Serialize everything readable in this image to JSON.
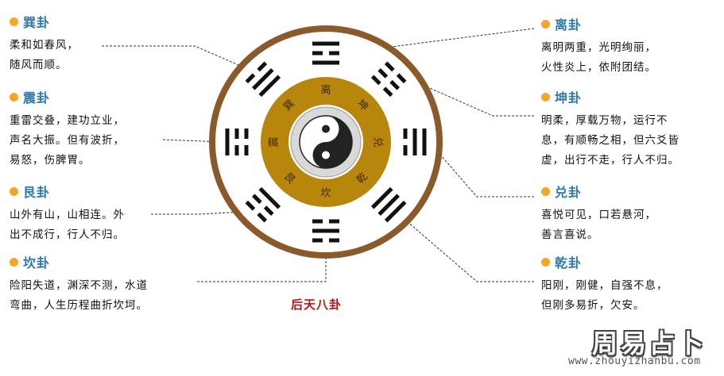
{
  "colors": {
    "dot": "#f5a623",
    "title": "#2f7aa6",
    "outer_ring": "#8b5a2b",
    "inner_ring": "#b8860b",
    "center_disk": "#d9d9d9",
    "caption": "#b01818"
  },
  "left_entries": [
    {
      "title": "巽卦",
      "lines": [
        "柔和如春风，",
        "随风而顺。"
      ]
    },
    {
      "title": "震卦",
      "lines": [
        "重雷交叠，建功立业，",
        "声名大振。但有波折，",
        "易怒，伤脾胃。"
      ]
    },
    {
      "title": "艮卦",
      "lines": [
        "山外有山，山相连。外",
        "出不成行，行人不归。"
      ]
    },
    {
      "title": "坎卦",
      "lines": [
        "险阳失道，渊深不测，水道",
        "弯曲，人生历程曲折坎坷。"
      ]
    }
  ],
  "right_entries": [
    {
      "title": "离卦",
      "lines": [
        "离明两重，光明绚丽，",
        "火性炎上，依附团结。"
      ]
    },
    {
      "title": "坤卦",
      "lines": [
        "明柔，厚载万物，运行不",
        "息，有顺畅之相，但六爻皆",
        "虚，出行不走，行人不归。"
      ]
    },
    {
      "title": "兑卦",
      "lines": [
        "喜悦可见，口若悬河，",
        "善言喜说。"
      ]
    },
    {
      "title": "乾卦",
      "lines": [
        "阳刚，刚健，自强不息，",
        "但刚多易折，欠安。"
      ]
    }
  ],
  "ring_labels": [
    "离",
    "坤",
    "兑",
    "乾",
    "坎",
    "艮",
    "震",
    "巽"
  ],
  "trigrams": [
    {
      "name": "离",
      "lines": [
        1,
        0,
        1
      ]
    },
    {
      "name": "坤",
      "lines": [
        0,
        0,
        0
      ]
    },
    {
      "name": "兑",
      "lines": [
        0,
        1,
        1
      ]
    },
    {
      "name": "乾",
      "lines": [
        1,
        1,
        1
      ]
    },
    {
      "name": "坎",
      "lines": [
        0,
        1,
        0
      ]
    },
    {
      "name": "艮",
      "lines": [
        1,
        0,
        0
      ]
    },
    {
      "name": "震",
      "lines": [
        0,
        0,
        1
      ]
    },
    {
      "name": "巽",
      "lines": [
        1,
        1,
        0
      ]
    }
  ],
  "caption": "后天八卦",
  "brand": "周易占卜",
  "site": "www.zhouyizhanbu.com"
}
